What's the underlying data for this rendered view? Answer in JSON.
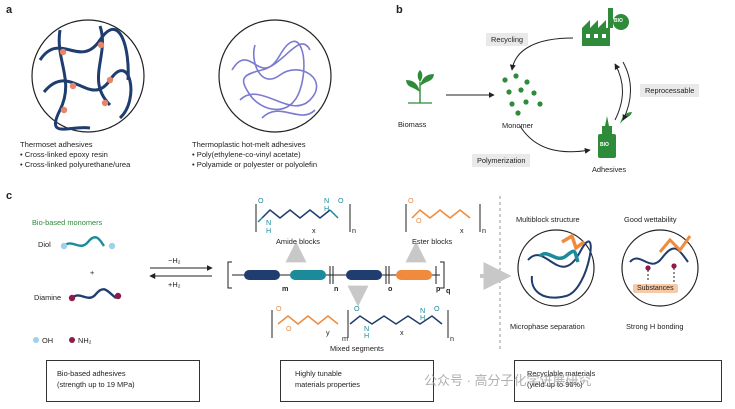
{
  "panel_a": {
    "letter": "a",
    "thermoset": {
      "title": "Thermoset adhesives",
      "items": [
        "• Cross-linked epoxy resin",
        "• Cross-linked polyurethane/urea"
      ]
    },
    "thermoplastic": {
      "title": "Thermoplastic hot-melt adhesives",
      "items": [
        "• Poly(ethylene-co-vinyl acetate)",
        "• Polyamide or polyester or polyolefin"
      ]
    }
  },
  "panel_b": {
    "letter": "b",
    "biomass": "Biomass",
    "monomer": "Monomer",
    "recycling": "Recycling",
    "polymerization": "Polymerization",
    "reprocessable": "Reprocessable",
    "adhesives": "Adhesives",
    "bio_tag": "BIO"
  },
  "panel_c": {
    "letter": "c",
    "monomers_title": "Bio-based monomers",
    "diol": "Diol",
    "plus": "+",
    "diamine": "Diamine",
    "legend_oh": "OH",
    "legend_nh2": "NH₂",
    "minus_h2": "−H₂",
    "plus_h2": "+H₂",
    "amide_blocks": "Amide blocks",
    "ester_blocks": "Ester blocks",
    "mixed_segments": "Mixed segments",
    "sub_n": "n",
    "sub_x": "x",
    "sub_y": "y",
    "sub_m": "m",
    "sub_o": "o",
    "sub_p": "p",
    "sub_q": "q",
    "atom_o": "O",
    "atom_n": "N",
    "atom_h": "H",
    "multiblock": "Multiblock structure",
    "wettability": "Good wettability",
    "microphase": "Microphase separation",
    "hbonding": "Strong H bonding",
    "substances": "Substances",
    "box1_line1": "Bio-based adhesives",
    "box1_line2": "(strength up to 19 MPa)",
    "box2_line1": "Highly tunable",
    "box2_line2": "materials properties",
    "box3_line1": "Recyclable materials",
    "box3_line2": "(yield up to 96%)"
  },
  "watermark": "公众号 · 高分子化学进展研究",
  "colors": {
    "navy": "#1f3d6e",
    "teal": "#1b8a9a",
    "orange": "#f08a3c",
    "green": "#2e8b3a",
    "salmon": "#e8846a",
    "lavender": "#7b7bd0",
    "diamine_dot": "#8e1b4a",
    "oh_dot": "#9fd0ee",
    "grey_arrow": "#c8c8c8"
  }
}
